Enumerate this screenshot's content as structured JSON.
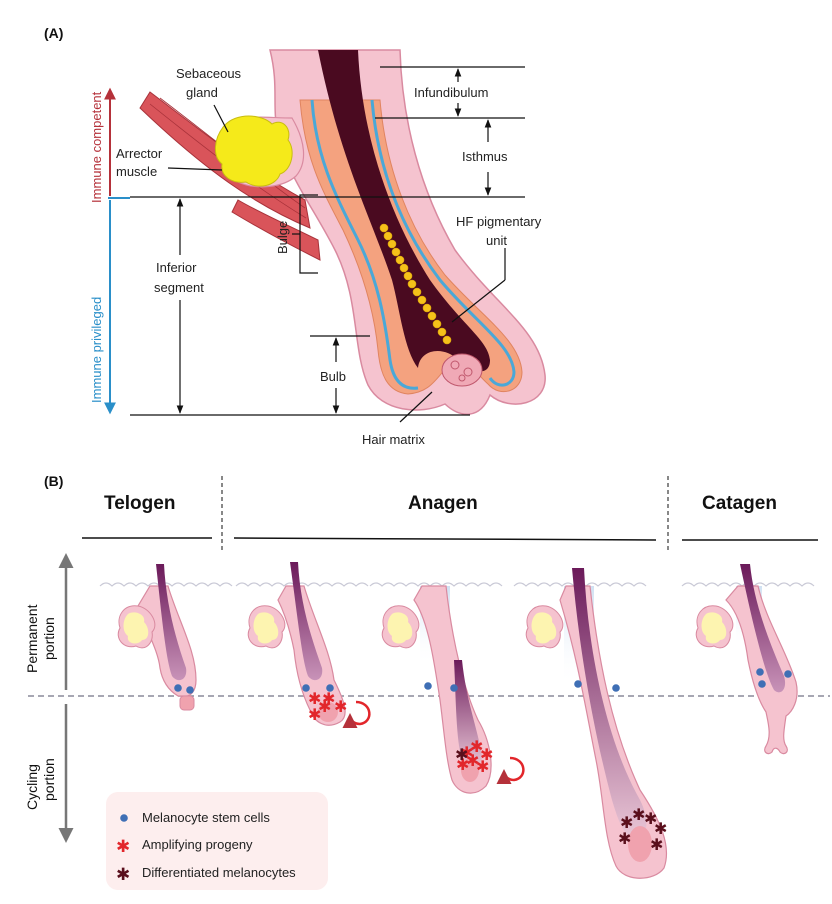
{
  "panel_a": {
    "label": "(A)",
    "structures": {
      "sebaceous_gland": [
        "Sebaceous",
        "gland"
      ],
      "arrector_muscle": [
        "Arrector",
        "muscle"
      ],
      "bulge": "Bulge",
      "inferior_segment": [
        "Inferior",
        "segment"
      ],
      "bulb": "Bulb",
      "hair_matrix": "Hair matrix",
      "infundibulum": "Infundibulum",
      "isthmus": "Isthmus",
      "pigmentary_unit": [
        "HF pigmentary",
        "unit"
      ]
    },
    "zones": {
      "immune_competent": "Immune competent",
      "immune_privileged": "Immune privileged"
    },
    "colors": {
      "immune_competent": "#b5313a",
      "immune_privileged": "#2a8fc9",
      "sheath": "#f5c3cf",
      "inner": "#f4a27f",
      "blue_layer": "#4aa8d8",
      "shaft": "#4a0a20",
      "gland": "#f5ea1a",
      "muscle": "#d9545a"
    }
  },
  "panel_b": {
    "label": "(B)",
    "phases": {
      "telogen": "Telogen",
      "anagen": "Anagen",
      "catagen": "Catagen"
    },
    "sides": {
      "permanent": [
        "Permanent",
        "portion"
      ],
      "cycling": [
        "Cycling",
        "portion"
      ]
    },
    "legend": {
      "stem_cells": "Melanocyte stem cells",
      "amplifying": "Amplifying progeny",
      "differentiated": "Differentiated melanocytes"
    },
    "colors": {
      "stem": "#3f6fb5",
      "amplifying": "#e2262b",
      "differentiated": "#5a0f1c",
      "hair": "#6b1a5a",
      "legend_bg": "#fdeeee"
    }
  }
}
